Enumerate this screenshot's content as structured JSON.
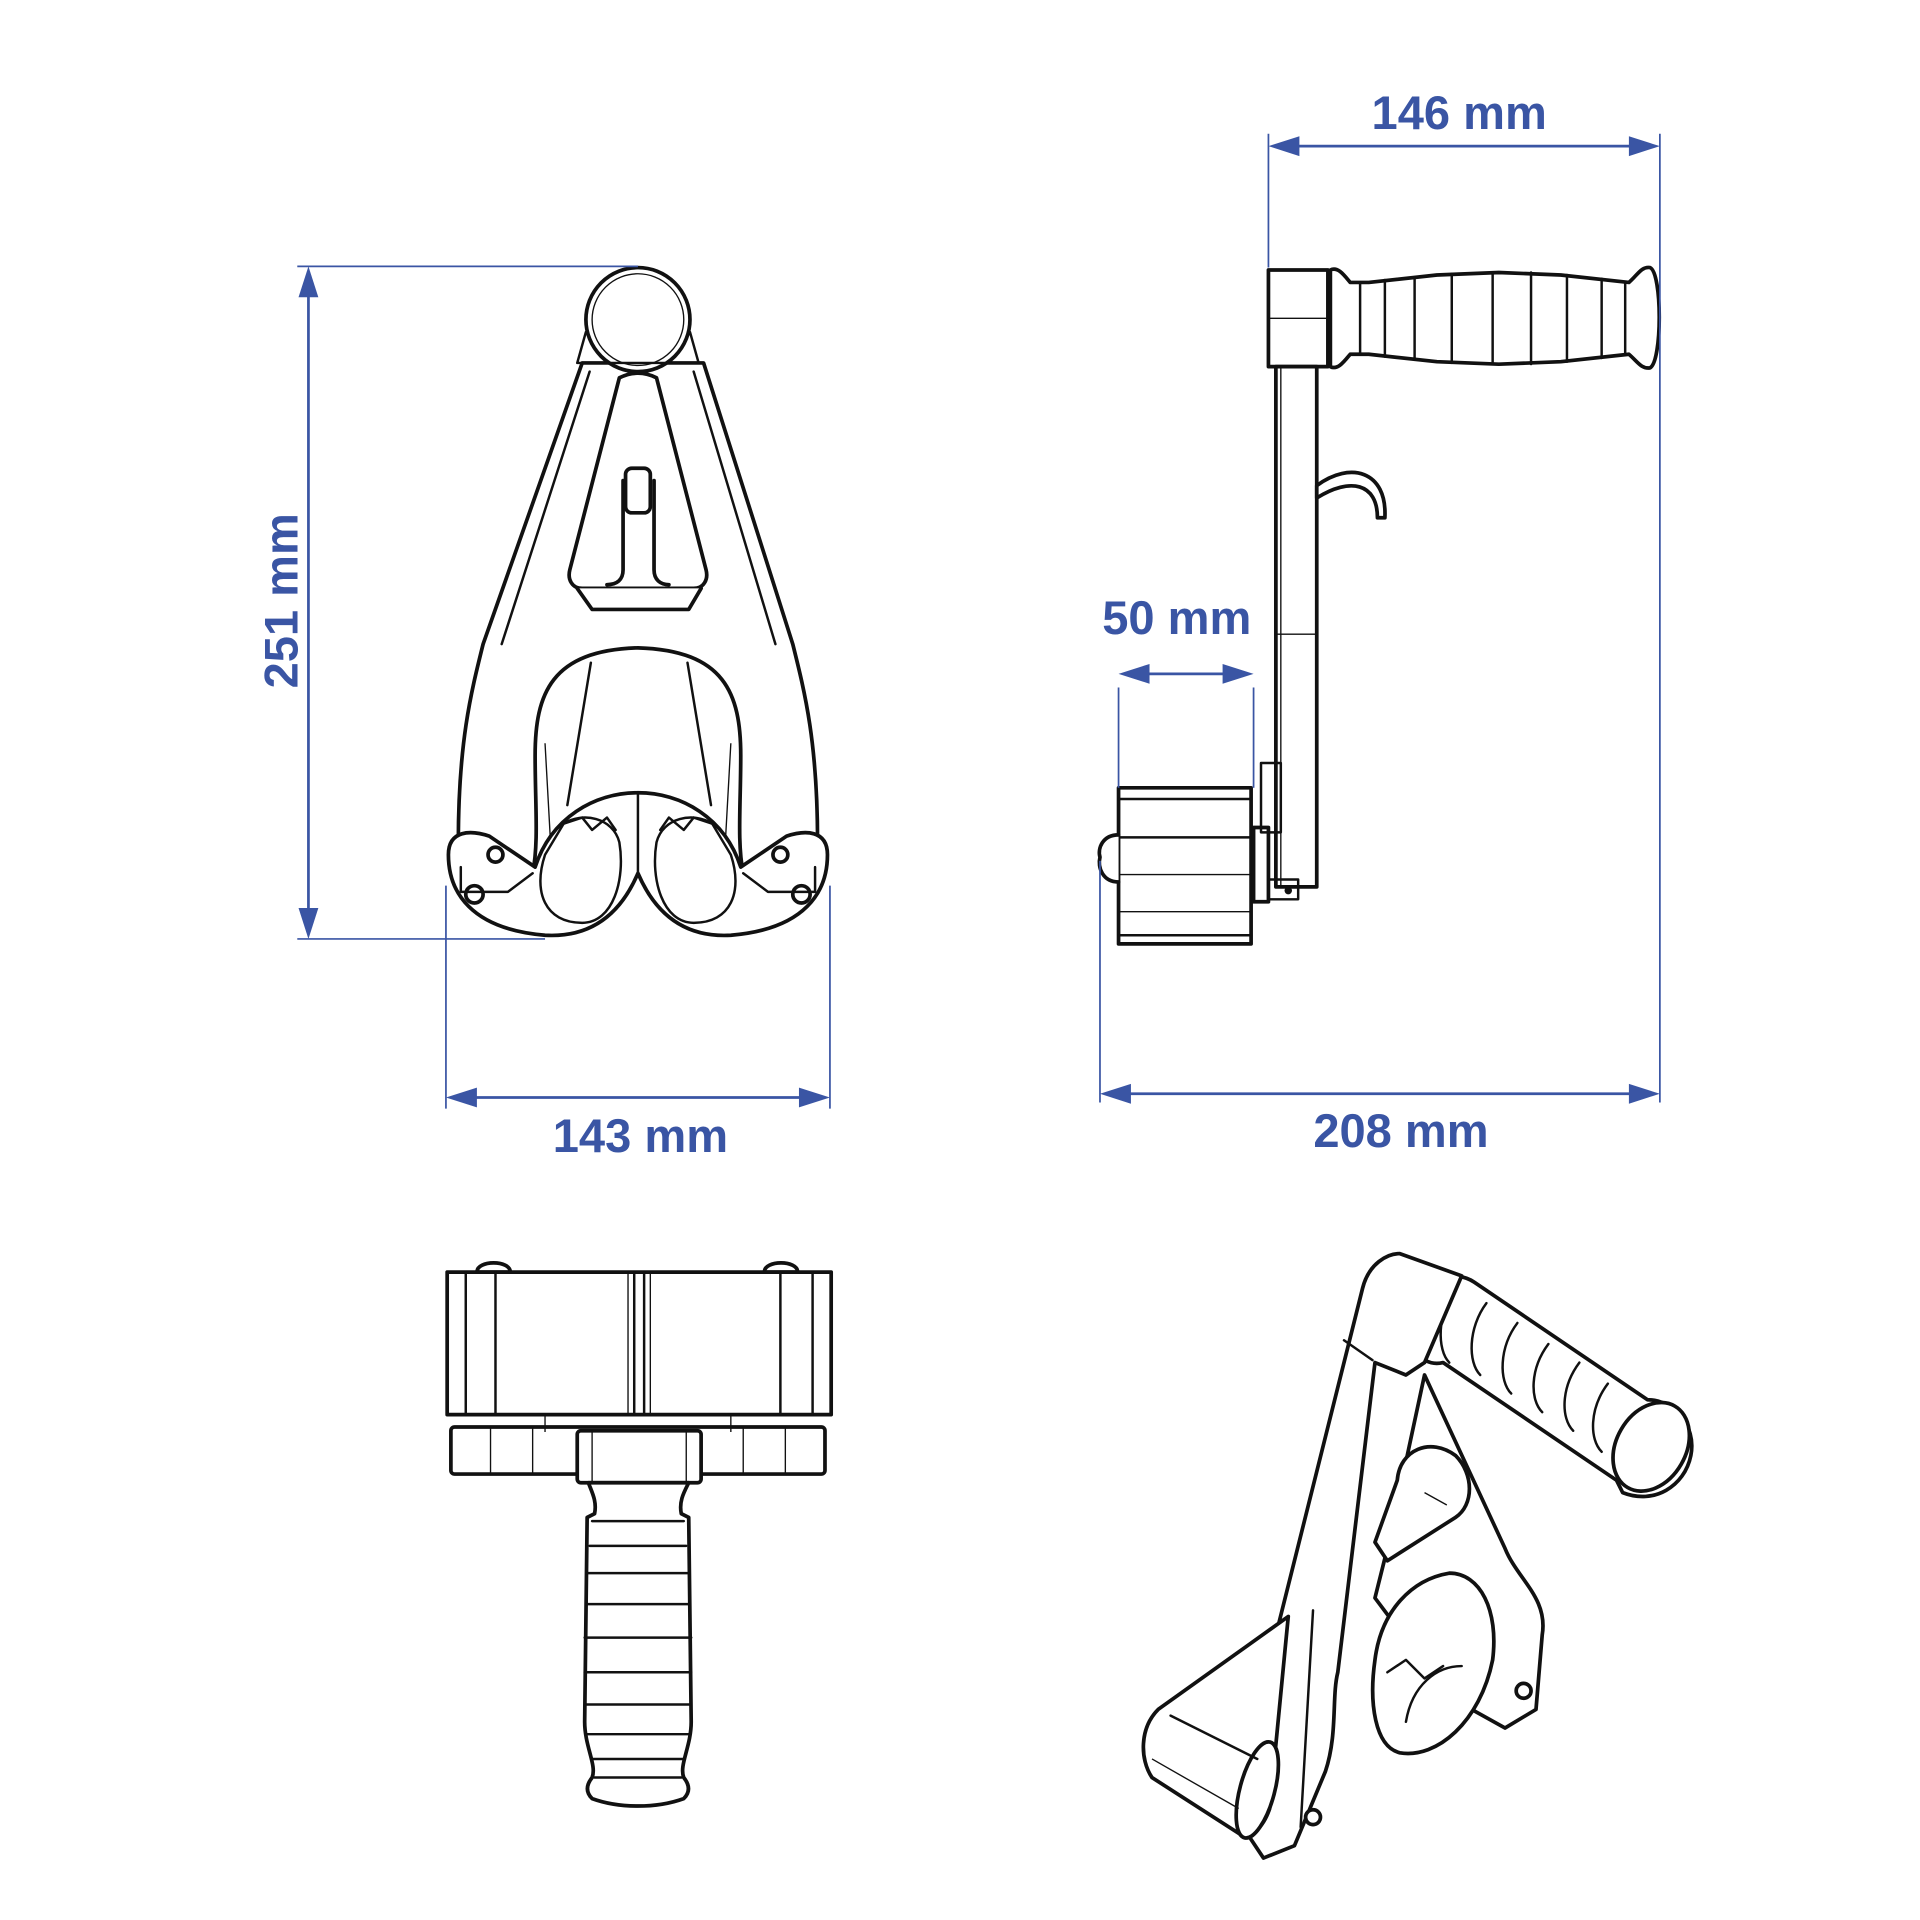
{
  "figure": {
    "type": "technical dimension drawing",
    "subject": "tape/roller dispenser tool with handle",
    "line_color": "#111111",
    "dimension_color": "#3a55a4",
    "background": "#ffffff"
  },
  "views": {
    "front": {
      "name": "front view",
      "dimensions": {
        "height": {
          "label": "251 mm",
          "value": 251,
          "unit": "mm",
          "orientation": "vertical"
        },
        "width": {
          "label": "143 mm",
          "value": 143,
          "unit": "mm",
          "orientation": "horizontal"
        }
      }
    },
    "side": {
      "name": "side view",
      "dimensions": {
        "handle_length": {
          "label": "146 mm",
          "value": 146,
          "unit": "mm",
          "orientation": "horizontal"
        },
        "roller_width": {
          "label": "50 mm",
          "value": 50,
          "unit": "mm",
          "orientation": "horizontal"
        },
        "overall_depth": {
          "label": "208 mm",
          "value": 208,
          "unit": "mm",
          "orientation": "horizontal"
        }
      }
    },
    "bottom": {
      "name": "bottom view"
    },
    "isometric": {
      "name": "isometric view"
    }
  }
}
